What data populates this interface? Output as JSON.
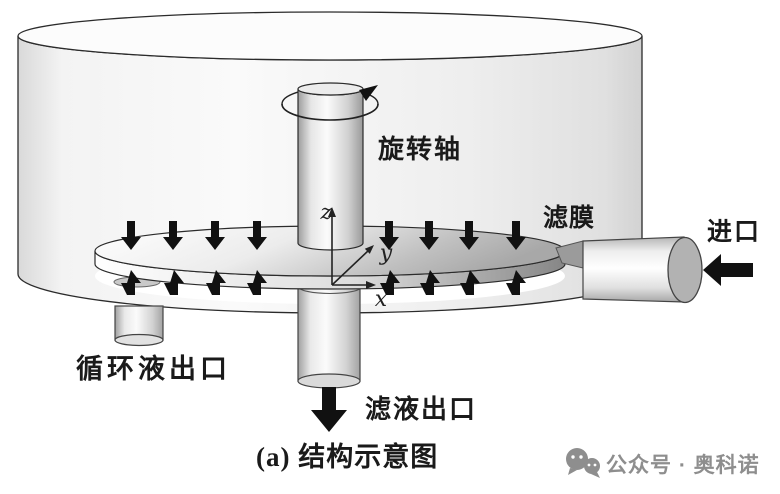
{
  "figure": {
    "caption": "(a) 结构示意图",
    "labels": {
      "rotating_shaft": "旋转轴",
      "membrane": "滤膜",
      "inlet": "进口",
      "circulating_liquid_outlet": "循环液出口",
      "filtrate_outlet": "滤液出口"
    },
    "axis": {
      "x": "x",
      "y": "y",
      "z": "z"
    },
    "watermark": "公众号 · 奥科诺",
    "colors": {
      "outline": "#2b2b2b",
      "arrow": "#111111",
      "label_text": "#1a1a1a",
      "watermark_gray": "#8e8e8e",
      "tank_fill_light": "#f6f6f6",
      "disk_shade_dark": "#a8a8a8"
    }
  }
}
